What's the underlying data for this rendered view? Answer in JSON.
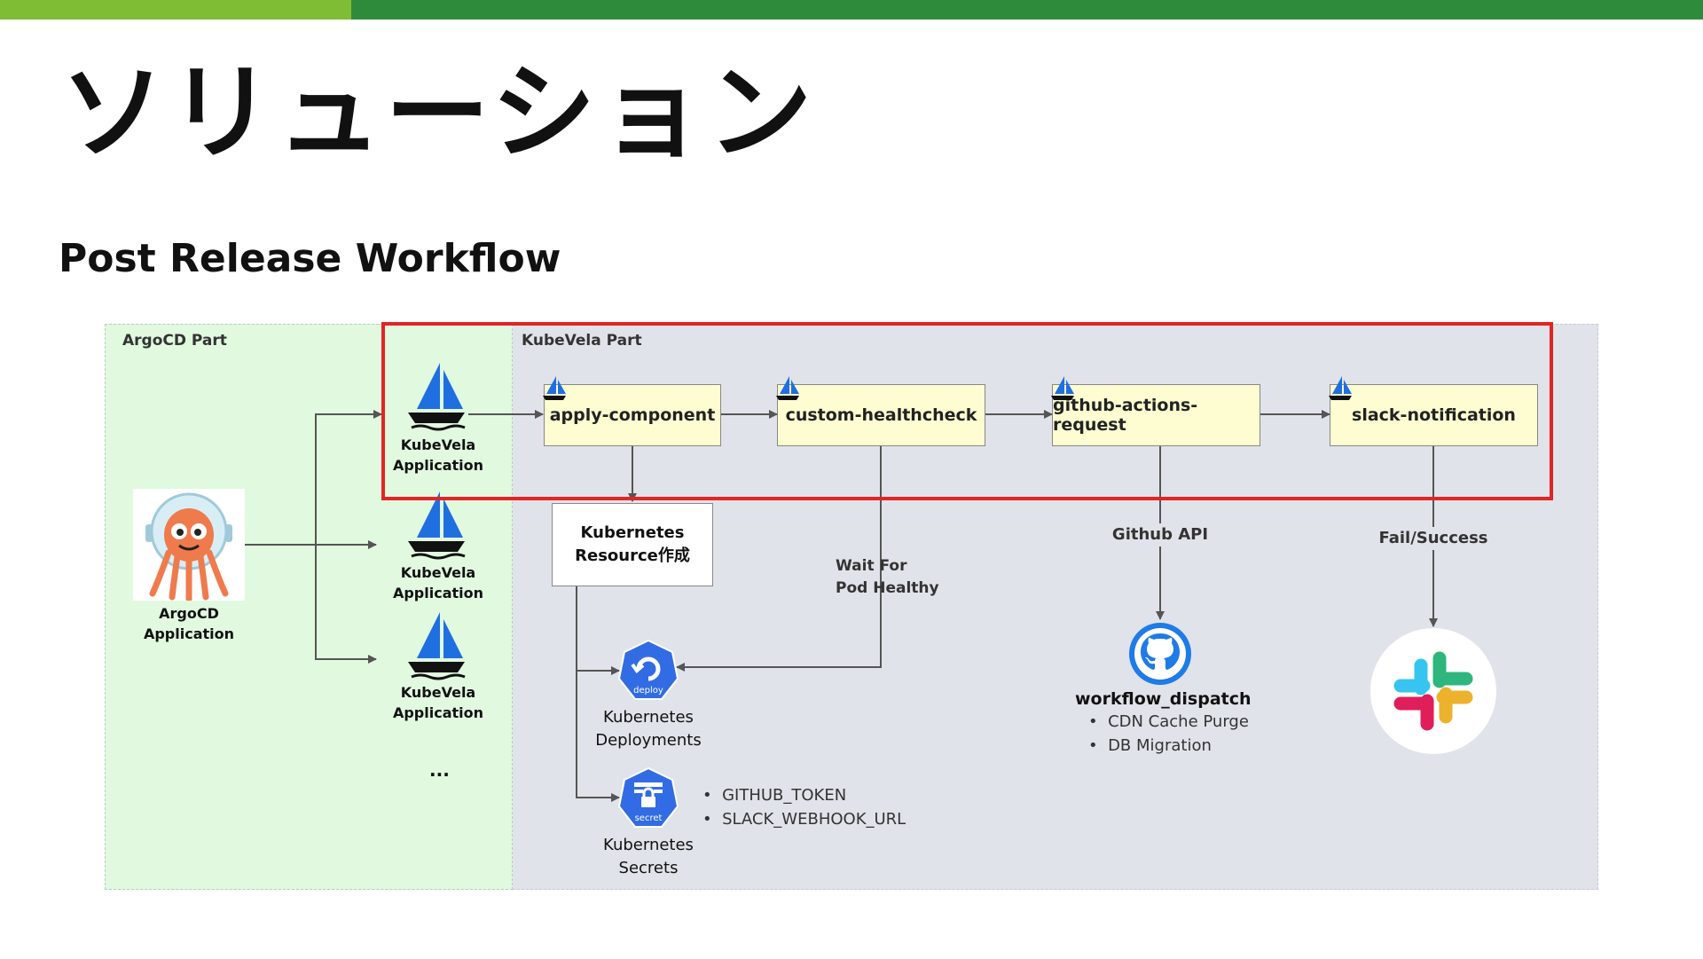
{
  "slide": {
    "title": "ソリューション",
    "subtitle": "Post Release Workflow"
  },
  "diagram": {
    "argocd_part_label": "ArgoCD Part",
    "kubevela_part_label": "KubeVela Part",
    "argocd_app": {
      "line1": "ArgoCD",
      "line2": "Application",
      "icon": "argocd-octopus-icon"
    },
    "kubevela_apps": [
      {
        "line1": "KubeVela",
        "line2": "Application",
        "icon": "kubevela-sailboat-icon"
      },
      {
        "line1": "KubeVela",
        "line2": "Application",
        "icon": "kubevela-sailboat-icon"
      },
      {
        "line1": "KubeVela",
        "line2": "Application",
        "icon": "kubevela-sailboat-icon"
      }
    ],
    "ellipsis": "...",
    "steps": [
      {
        "label": "apply-component"
      },
      {
        "label": "custom-healthcheck"
      },
      {
        "label": "github-actions-request"
      },
      {
        "label": "slack-notification"
      }
    ],
    "k8s_resource_box": {
      "line1": "Kubernetes",
      "line2": "Resource作成"
    },
    "edge_labels": {
      "wait_line1": "Wait For",
      "wait_line2": "Pod Healthy",
      "github_api": "Github API",
      "fail_success": "Fail/Success"
    },
    "deployments": {
      "badge": "deploy",
      "line1": "Kubernetes",
      "line2": "Deployments",
      "icon": "kubernetes-deploy-icon"
    },
    "secrets": {
      "badge": "secret",
      "line1": "Kubernetes",
      "line2": "Secrets",
      "icon": "kubernetes-secret-icon",
      "items": [
        "GITHUB_TOKEN",
        "SLACK_WEBHOOK_URL"
      ]
    },
    "github": {
      "icon": "github-octocat-icon",
      "title": "workflow_dispatch",
      "items": [
        "CDN Cache Purge",
        "DB Migration"
      ]
    },
    "slack": {
      "icon": "slack-logo-icon"
    },
    "colors": {
      "top_bar_left": "#7fbd35",
      "top_bar_right": "#2e8b3c",
      "argocd_region": "#e0f9df",
      "kubevela_region": "#e0e3e9",
      "step_fill": "#fdfdd1",
      "highlight": "#e32424",
      "kubernetes_blue": "#326ce5"
    }
  }
}
